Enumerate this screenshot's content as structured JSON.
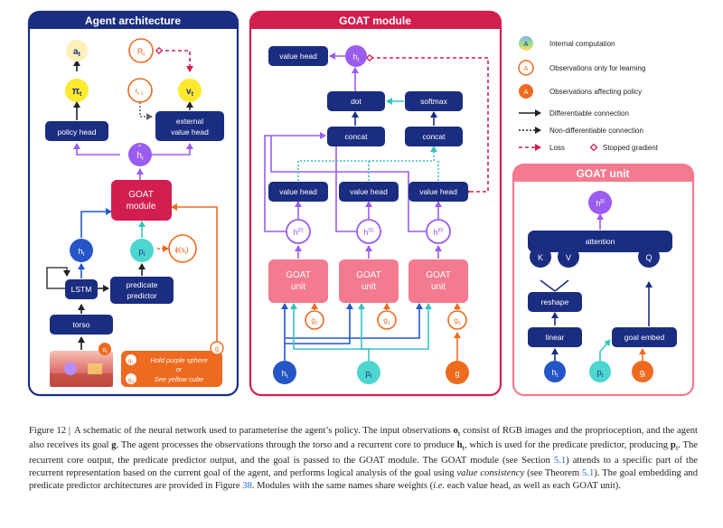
{
  "panels": {
    "agent": "Agent architecture",
    "goat_module": "GOAT module",
    "goat_unit": "GOAT unit"
  },
  "agent": {
    "a": "a",
    "a_sub": "t",
    "pi": "π",
    "pi_sub": "t",
    "R": "R",
    "R_sub": "t",
    "r": "r",
    "r_sub": "t-1",
    "v": "v",
    "v_sub": "t",
    "policy_head": "policy head",
    "external_value_head": [
      "external",
      "value head"
    ],
    "h_hat": "h",
    "h_hat_sub": "t",
    "goat_module": [
      "GOAT",
      "module"
    ],
    "h": "h",
    "h_sub": "t",
    "p": "p",
    "p_sub": "t",
    "phi": "ϕ(s",
    "phi_sub": "t",
    "phi_end": ")",
    "lstm": "LSTM",
    "predicate_predictor": [
      "predicate",
      "predictor"
    ],
    "torso": "torso",
    "o": "o",
    "o_sub": "t",
    "goal_label": "g",
    "goal_text_1": "Hold purple sphere",
    "goal_or": "or",
    "goal_text_2": "See yellow cube",
    "g1": "g",
    "g1_sub": "1",
    "g2": "g",
    "g2_sub": "2"
  },
  "goat_module": {
    "value_head": "value head",
    "h_hat": "h",
    "h_hat_sub": "t",
    "dot": "dot",
    "softmax": "softmax",
    "concat": "concat",
    "h2": "h",
    "h2_sub": "t",
    "h2_sup": "[2]",
    "h1": "h",
    "h1_sub": "t",
    "h1_sup": "[1]",
    "h0": "h",
    "h0_sub": "t",
    "h0_sup": "[0]",
    "goat_unit": [
      "GOAT",
      "unit"
    ],
    "g2": "g",
    "g2_sub": "2",
    "g1": "g",
    "g1_sub": "1",
    "g0": "g",
    "g0_sub": "0",
    "h_in": "h",
    "h_in_sub": "t",
    "p_in": "p",
    "p_in_sub": "t",
    "g_in": "g"
  },
  "goat_unit": {
    "h_out": "h",
    "h_out_sub": "t",
    "h_out_sup": "[i]",
    "attention": "attention",
    "k": "K",
    "v": "V",
    "q": "Q",
    "reshape": "reshape",
    "linear": "linear",
    "goal_embed": "goal embed",
    "h_in": "h",
    "h_in_sub": "t",
    "p_in": "p",
    "p_in_sub": "t",
    "g_in": "g",
    "g_in_sub": "i"
  },
  "legend": {
    "internal": "Internal computation",
    "obs_learning": "Observations only for learning",
    "obs_policy": "Observations affecting policy",
    "differentiable": "Differentiable connection",
    "non_differentiable": "Non-differentiable connection",
    "loss": "Loss",
    "stopped": "Stopped gradient",
    "node_letter": "A"
  },
  "caption": {
    "label": "Figure 12 |",
    "p1": "A schematic of the neural network used to parameterise the agent’s policy. The input observations ",
    "o": "o",
    "o_sub": "t",
    "p2": " consist of RGB images and the proprioception, and the agent also receives its goal ",
    "g": "g",
    "p3": ". The agent processes the observations through the torso and a recurrent core to produce ",
    "h": "h",
    "h_sub": "t",
    "p4": ", which is used for the predicate predictor, producing ",
    "p": "p",
    "p_sub": "t",
    "p5": ". The recurrent core output, the predicate predictor output, and the goal is passed to the GOAT module. The GOAT module (see Section ",
    "ref1": "5.1",
    "p6": ") attends to a specific part of the recurrent representation based on the current goal of the agent, and performs logical analysis of the goal using ",
    "vc": "value consistency",
    "p7": " (see Theorem ",
    "ref2": "5.1",
    "p8": "). The goal embedding and predicate predictor architectures are provided in Figure ",
    "ref3": "38",
    "p9": ". Modules with the same names share weights (",
    "ie": "i.e.",
    "p10": " each value head, as well as each GOAT unit)."
  },
  "colors": {
    "navy": "#1b2d80",
    "blue": "#2456c8",
    "purple": "#9b5cf0",
    "yellow": "#fde92e",
    "teal": "#4dd6cf",
    "orange": "#ee6a1f",
    "crimson": "#d21e4f",
    "pink": "#f47a8f"
  }
}
